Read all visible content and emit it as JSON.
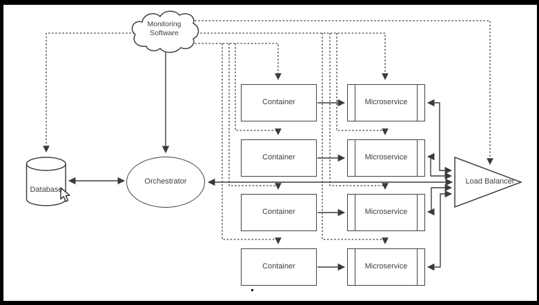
{
  "diagram": {
    "nodes": {
      "monitoring": {
        "line1": "Monitoring",
        "line2": "Software"
      },
      "database": {
        "label": "Database"
      },
      "orchestrator": {
        "label": "Orchestrator"
      },
      "load_balancer": {
        "label": "Load Balancer"
      },
      "containers": [
        {
          "label": "Container"
        },
        {
          "label": "Container"
        },
        {
          "label": "Container"
        },
        {
          "label": "Container"
        }
      ],
      "microservices": [
        {
          "label": "Microservice"
        },
        {
          "label": "Microservice"
        },
        {
          "label": "Microservice"
        },
        {
          "label": "Microservice"
        }
      ]
    },
    "edges": [
      {
        "from": "Monitoring Software",
        "to": "Database",
        "style": "dashed",
        "bidirectional": false
      },
      {
        "from": "Monitoring Software",
        "to": "Orchestrator",
        "style": "solid",
        "bidirectional": false
      },
      {
        "from": "Monitoring Software",
        "to": "Load Balancer",
        "style": "dashed",
        "bidirectional": false
      },
      {
        "from": "Monitoring Software",
        "to": "Container 1",
        "style": "dashed",
        "bidirectional": false
      },
      {
        "from": "Monitoring Software",
        "to": "Container 2",
        "style": "dashed",
        "bidirectional": false
      },
      {
        "from": "Monitoring Software",
        "to": "Container 3",
        "style": "dashed",
        "bidirectional": false
      },
      {
        "from": "Monitoring Software",
        "to": "Container 4",
        "style": "dashed",
        "bidirectional": false
      },
      {
        "from": "Monitoring Software",
        "to": "Microservice 1",
        "style": "dashed",
        "bidirectional": false
      },
      {
        "from": "Monitoring Software",
        "to": "Microservice 2",
        "style": "dashed",
        "bidirectional": false
      },
      {
        "from": "Monitoring Software",
        "to": "Microservice 3",
        "style": "dashed",
        "bidirectional": false
      },
      {
        "from": "Monitoring Software",
        "to": "Microservice 4",
        "style": "dashed",
        "bidirectional": false
      },
      {
        "from": "Database",
        "to": "Orchestrator",
        "style": "solid",
        "bidirectional": true
      },
      {
        "from": "Orchestrator",
        "to": "Load Balancer",
        "style": "solid",
        "bidirectional": true
      },
      {
        "from": "Container 1",
        "to": "Microservice 1",
        "style": "solid",
        "bidirectional": false
      },
      {
        "from": "Container 2",
        "to": "Microservice 2",
        "style": "solid",
        "bidirectional": false
      },
      {
        "from": "Container 3",
        "to": "Microservice 3",
        "style": "solid",
        "bidirectional": false
      },
      {
        "from": "Container 4",
        "to": "Microservice 4",
        "style": "solid",
        "bidirectional": false
      },
      {
        "from": "Microservice 1",
        "to": "Load Balancer",
        "style": "solid",
        "bidirectional": true
      },
      {
        "from": "Microservice 2",
        "to": "Load Balancer",
        "style": "solid",
        "bidirectional": true
      },
      {
        "from": "Microservice 3",
        "to": "Load Balancer",
        "style": "solid",
        "bidirectional": true
      },
      {
        "from": "Microservice 4",
        "to": "Load Balancer",
        "style": "solid",
        "bidirectional": true
      }
    ],
    "colors": {
      "stroke": "#3a3a3a",
      "node_fill": "#ffffff",
      "canvas": "#ffffff",
      "frame": "#000000"
    }
  }
}
